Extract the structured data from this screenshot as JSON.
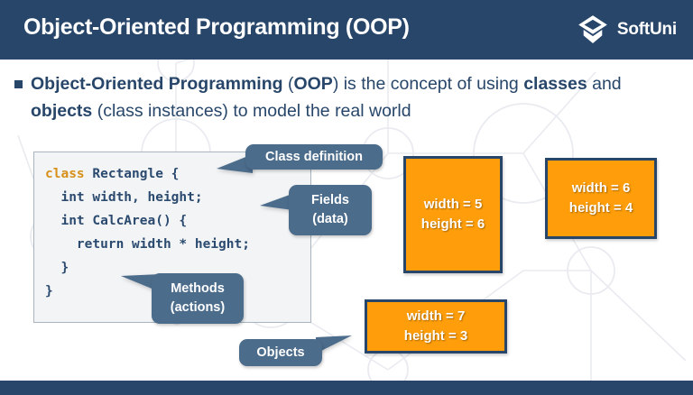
{
  "header": {
    "title": "Object-Oriented Programming (OOP)",
    "brand_name": "SoftUni",
    "logo_icon": "graduation-cap-icon",
    "bg_color": "#27466A"
  },
  "bullet": {
    "marker_icon": "square-bullet-icon",
    "segments": [
      {
        "text": "Object-Oriented Programming",
        "bold": true
      },
      {
        "text": " (",
        "bold": false
      },
      {
        "text": "OOP",
        "bold": true
      },
      {
        "text": ") is the concept of using ",
        "bold": false
      },
      {
        "text": "classes",
        "bold": true
      },
      {
        "text": " and ",
        "bold": false
      },
      {
        "text": "objects",
        "bold": true
      },
      {
        "text": " (class instances) to model the real world",
        "bold": false
      }
    ],
    "plain_text": "Object-Oriented Programming (OOP) is the concept of using classes and objects (class instances) to model the real world",
    "text_color": "#27466A"
  },
  "code": {
    "language": "java",
    "keyword_color": "#D79018",
    "text_color": "#2B4A6F",
    "bg_color": "#F2F4F6",
    "lines": [
      {
        "keyword": "class",
        "rest": " Rectangle {"
      },
      {
        "keyword": "",
        "rest": "  int width, height;"
      },
      {
        "keyword": "",
        "rest": "  int CalcArea() {"
      },
      {
        "keyword": "",
        "rest": "    return width * height;"
      },
      {
        "keyword": "",
        "rest": "  }"
      },
      {
        "keyword": "",
        "rest": "}"
      }
    ],
    "full_text": "class Rectangle {\n  int width, height;\n  int CalcArea() {\n    return width * height;\n  }\n}"
  },
  "callouts": {
    "class_definition": "Class definition",
    "fields_line1": "Fields",
    "fields_line2": "(data)",
    "methods_line1": "Methods",
    "methods_line2": "(actions)",
    "objects": "Objects",
    "bg_color": "#4C6C8C"
  },
  "objects": {
    "box_color": "#FF9E0A",
    "border_color": "#27466A",
    "items": [
      {
        "name": "object-box-1",
        "width_label": "width = 5",
        "height_label": "height = 6",
        "width_value": 5,
        "height_value": 6
      },
      {
        "name": "object-box-2",
        "width_label": "width = 6",
        "height_label": "height = 4",
        "width_value": 6,
        "height_value": 4
      },
      {
        "name": "object-box-3",
        "width_label": "width = 7",
        "height_label": "height = 3",
        "width_value": 7,
        "height_value": 3
      }
    ]
  },
  "footer": {
    "bg_color": "#27466A"
  }
}
